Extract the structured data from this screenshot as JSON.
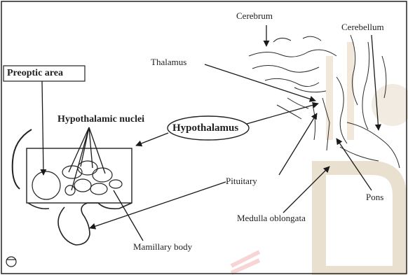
{
  "labels": {
    "cerebrum": "Cerebrum",
    "cerebellum": "Cerebellum",
    "thalamus": "Thalamus",
    "preoptic_area": "Preoptic area",
    "hypothalamic_nuclei": "Hypothalamic nuclei",
    "hypothalamus": "Hypothalamus",
    "pituitary": "Pituitary",
    "pons": "Pons",
    "medulla_oblongata": "Medulla oblongata",
    "mamillary_body": "Mamillary body"
  },
  "colors": {
    "ink": "#1a1a1a",
    "frame": "#222222",
    "watermark": "#d9c7a9",
    "watermark_red": "#f2b3b3"
  }
}
